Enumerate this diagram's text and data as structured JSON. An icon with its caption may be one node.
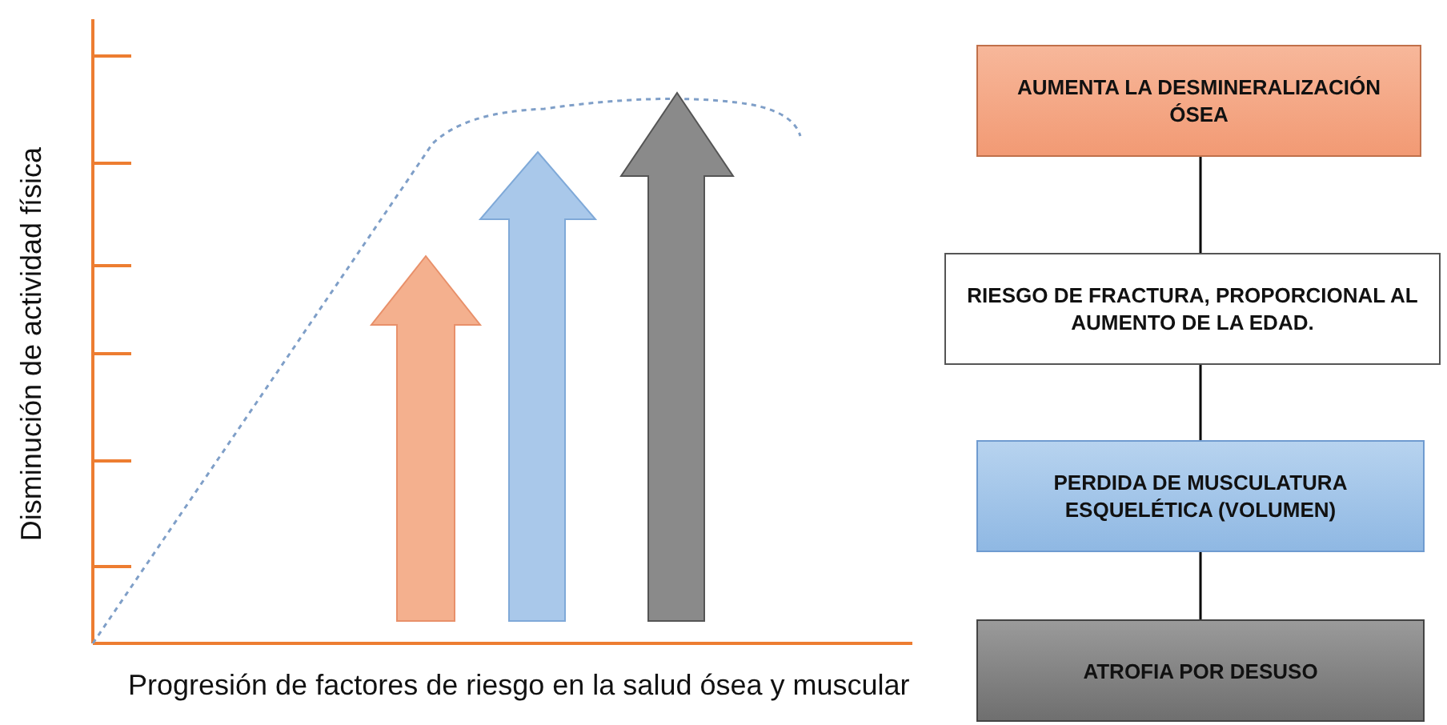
{
  "diagram": {
    "nodes": [
      {
        "text": [
          "AUMENTA LA DESMINERALIZACIÓN ÓSEA"
        ]
      },
      {
        "text": [
          "RIESGO DE FRACTURA, PROPORCIONAL AL AUMENTO DE LA EDAD."
        ]
      },
      {
        "text": [
          "PERDIDA DE MUSCULATURA ESQUELÉTICA (VOLUMEN)"
        ]
      },
      {
        "text": [
          "ATROFIA POR DESUSO"
        ]
      }
    ],
    "edges": [
      {
        "from": 0,
        "to": 1,
        "arrow": "none"
      },
      {
        "from": 1,
        "to": 2,
        "arrow": "none"
      },
      {
        "from": 2,
        "to": 3,
        "arrow": "none"
      }
    ],
    "labels": [
      "Disminución de actividad física",
      "Progresión de factores de riesgo en la salud ósea y muscular"
    ]
  }
}
